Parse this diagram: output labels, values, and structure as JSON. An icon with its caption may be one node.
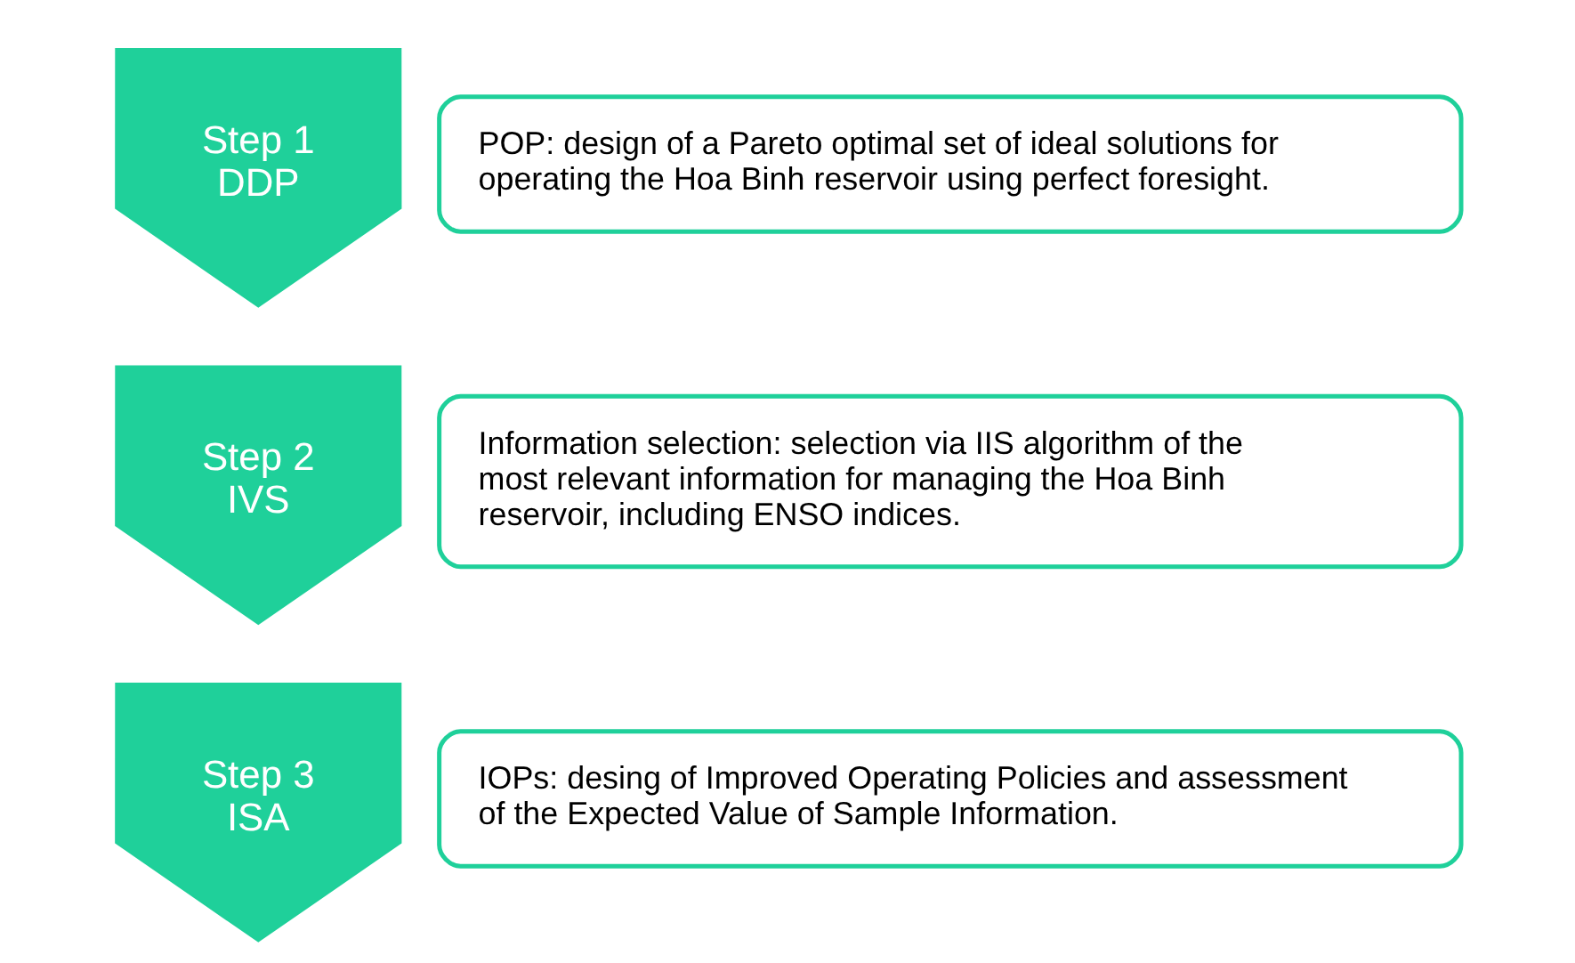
{
  "diagram": {
    "nodes": [
      {
        "text": [
          "Step 1 DDP"
        ]
      },
      {
        "text": [
          "POP: design of a Pareto optimal set of ideal solutions for operating the Hoa Binh reservoir using perfect foresight."
        ]
      },
      {
        "text": [
          "Step 2 IVS"
        ]
      },
      {
        "text": [
          "Information selection: selection via IIS algorithm of the most relevant information for managing the Hoa Binh reservoir, including ENSO indices."
        ]
      },
      {
        "text": [
          "Step 3 ISA"
        ]
      },
      {
        "text": [
          "IOPs: desing of Improved Operating Policies and assessment of the Expected Value of Sample Information."
        ]
      }
    ],
    "edges": []
  }
}
